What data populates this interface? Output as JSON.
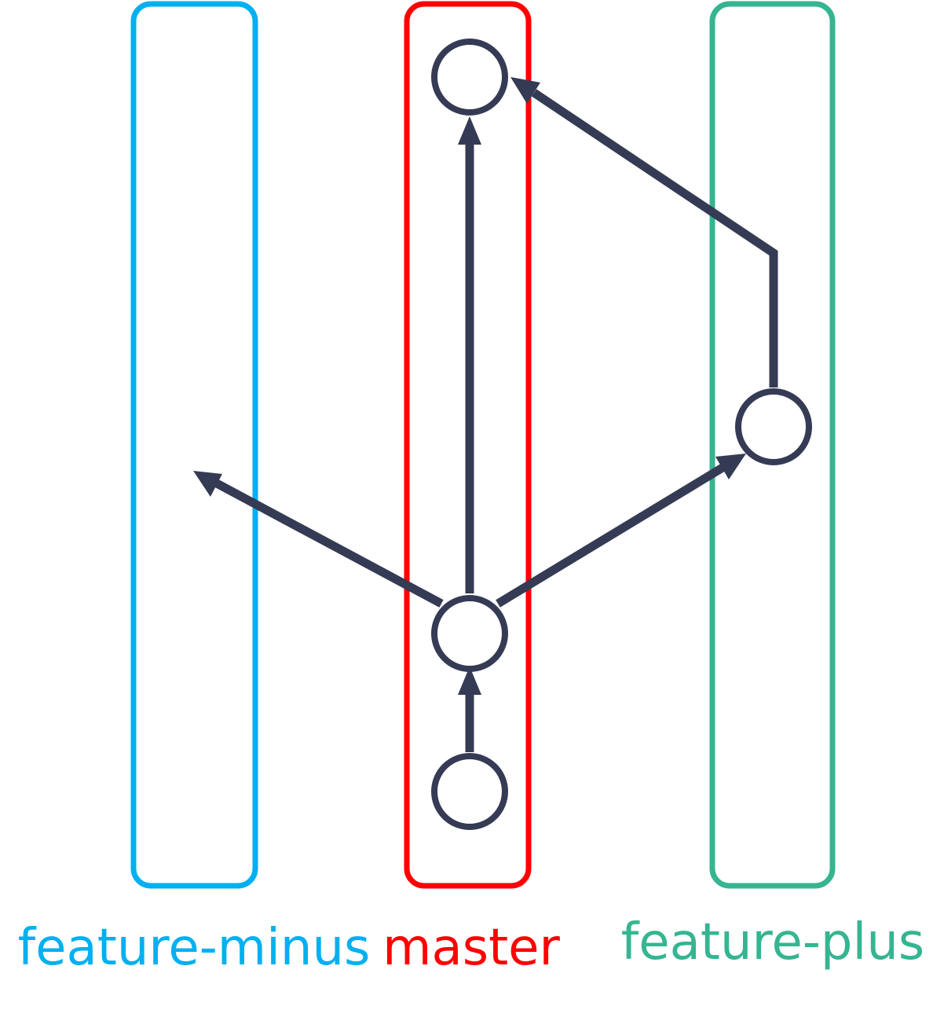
{
  "colors": {
    "feature_minus": "#00b0f0",
    "master": "#ff0000",
    "feature_plus": "#35b591",
    "graph": "#353b54",
    "background": "#ffffff"
  },
  "lanes": [
    {
      "id": "feature-minus",
      "label": "feature-minus"
    },
    {
      "id": "master",
      "label": "master"
    },
    {
      "id": "feature-plus",
      "label": "feature-plus"
    }
  ],
  "commits": [
    {
      "id": "master-tip",
      "branch": "master"
    },
    {
      "id": "feature-plus-commit",
      "branch": "feature-plus"
    },
    {
      "id": "branch-point",
      "branch": "master"
    },
    {
      "id": "master-root",
      "branch": "master"
    }
  ],
  "edges": [
    {
      "from": "master-root",
      "to": "branch-point"
    },
    {
      "from": "branch-point",
      "to": "master-tip"
    },
    {
      "from": "branch-point",
      "to": "feature-plus-commit"
    },
    {
      "from": "branch-point",
      "to": "feature-minus"
    },
    {
      "from": "feature-plus-commit",
      "to": "master-tip"
    }
  ]
}
